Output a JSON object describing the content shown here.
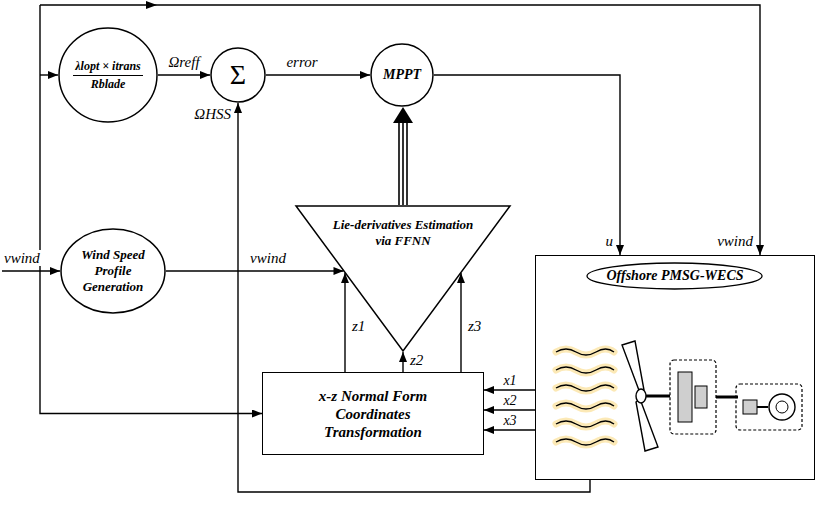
{
  "diagram": {
    "nodes": [
      {
        "text": [
          "λlopt × itrans",
          "Rblade"
        ]
      },
      {
        "text": [
          "Σ"
        ]
      },
      {
        "text": [
          "MPPT"
        ]
      },
      {
        "text": [
          "Wind Speed Profile Generation"
        ]
      },
      {
        "text": [
          "Lie-derivatives Estimation via FFNN"
        ]
      },
      {
        "text": [
          "x-z Normal Form Coordinates Transformation"
        ]
      },
      {
        "text": [
          "Offshore PMSG-WECS"
        ]
      }
    ],
    "edges": [
      {
        "from": 0,
        "to": 1,
        "arrow": "to",
        "label": "Ωreff"
      },
      {
        "from": 1,
        "to": 2,
        "arrow": "to",
        "label": "error"
      },
      {
        "from": 2,
        "to": 6,
        "arrow": "to",
        "label": "u"
      },
      {
        "from": 3,
        "to": 4,
        "arrow": "to",
        "label": "vwind"
      },
      {
        "from": 4,
        "to": 2,
        "arrow": "to"
      },
      {
        "from": 5,
        "to": 4,
        "arrow": "to",
        "label": "z1"
      },
      {
        "from": 5,
        "to": 4,
        "arrow": "to",
        "label": "z2"
      },
      {
        "from": 5,
        "to": 4,
        "arrow": "to",
        "label": "z3"
      },
      {
        "from": 6,
        "to": 5,
        "arrow": "to",
        "label": "x1"
      },
      {
        "from": 6,
        "to": 5,
        "arrow": "to",
        "label": "x2"
      },
      {
        "from": 6,
        "to": 5,
        "arrow": "to",
        "label": "x3"
      },
      {
        "from": 6,
        "to": 1,
        "arrow": "to",
        "label": "ΩHSS"
      }
    ],
    "labels": [
      "vwind",
      "vwind"
    ]
  }
}
